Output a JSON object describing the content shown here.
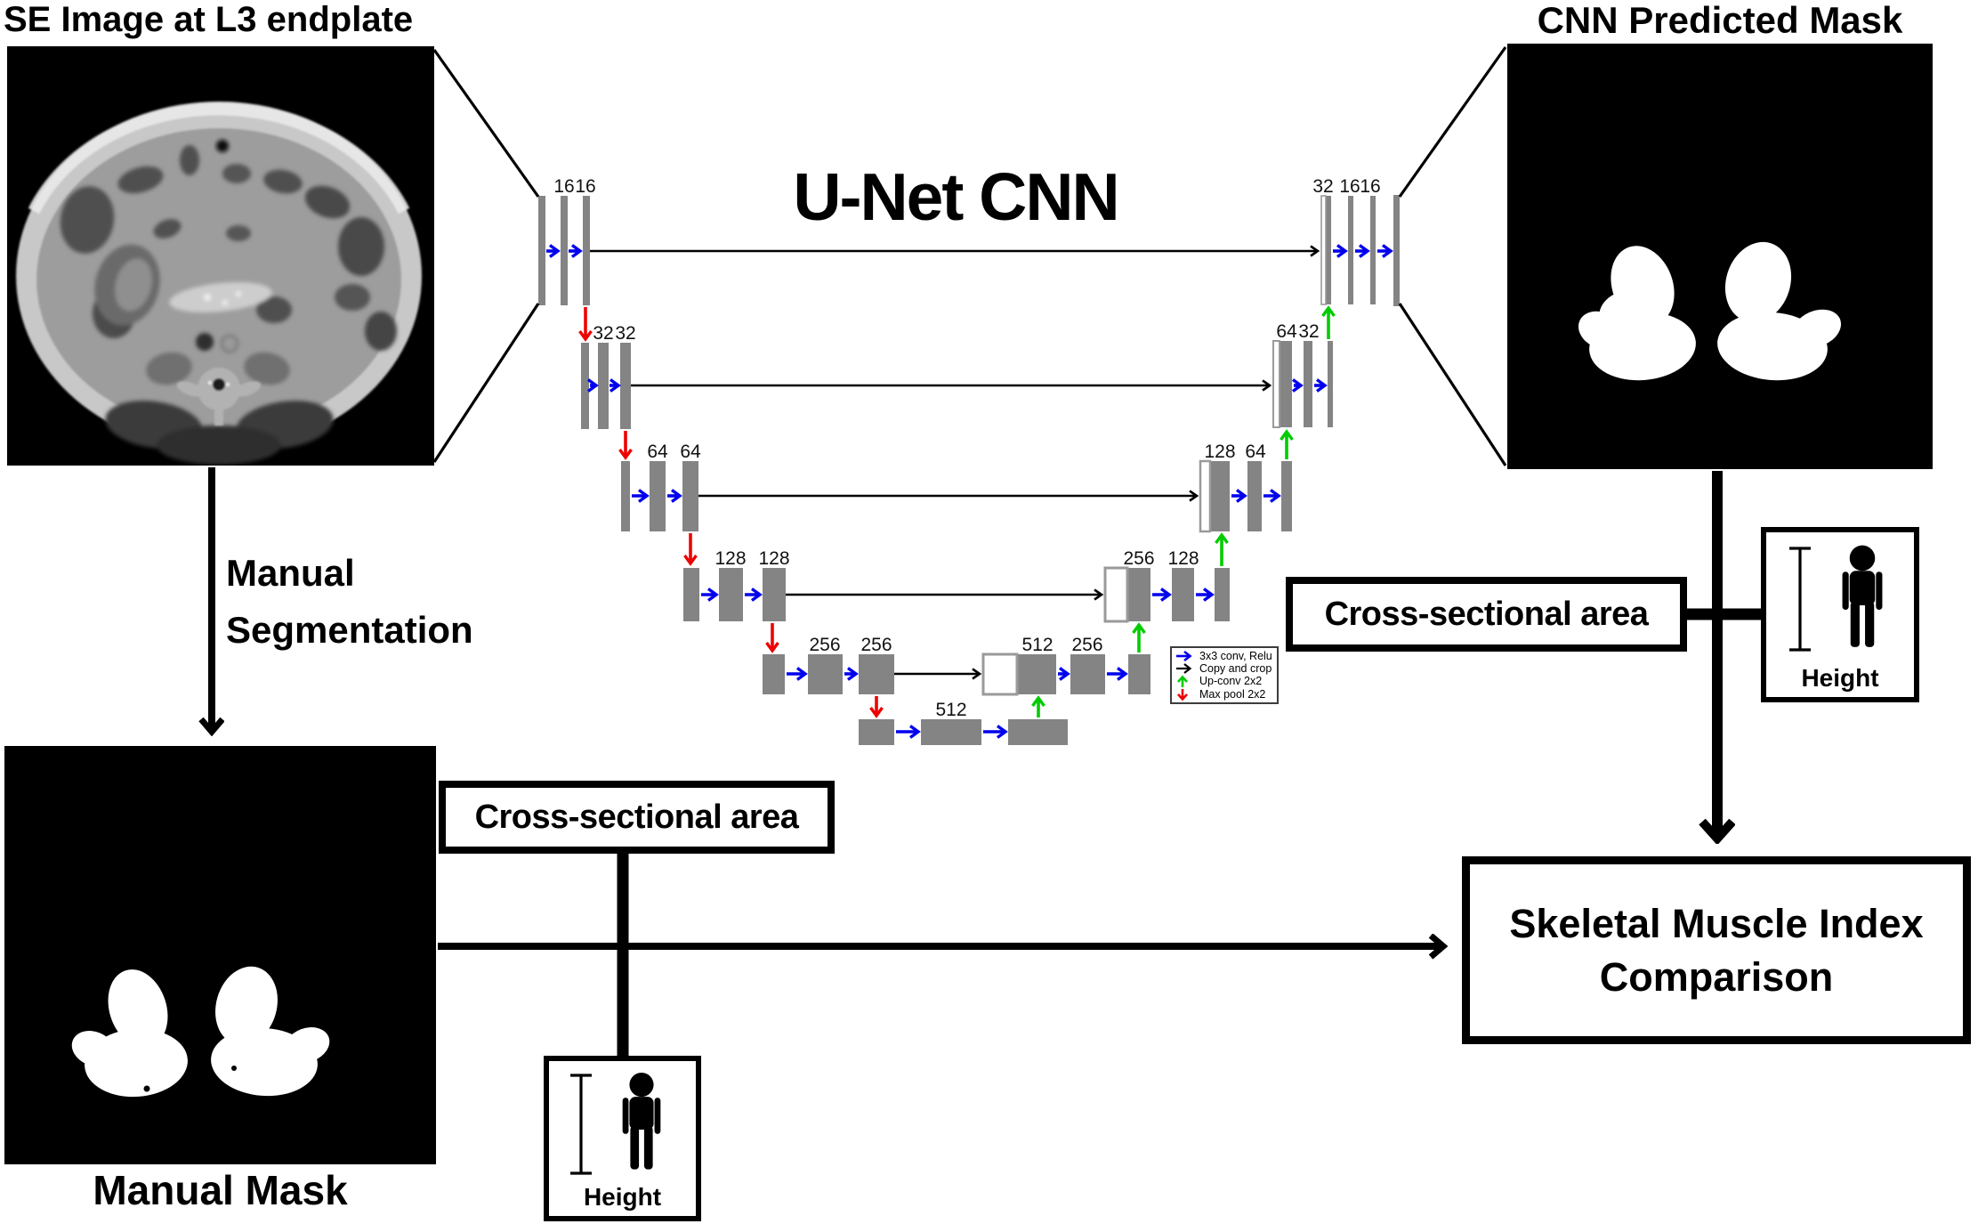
{
  "figure": {
    "se_panel_title": "SE Image at L3 endplate",
    "cnn_panel_title": "CNN Predicted Mask",
    "manual_mask_caption": "Manual Mask",
    "manual_segmentation_line1": "Manual",
    "manual_segmentation_line2": "Segmentation",
    "cross_sectional_area_left": "Cross-sectional area",
    "cross_sectional_area_right": "Cross-sectional area",
    "smi_line1": "Skeletal Muscle Index",
    "smi_line2": "Comparison",
    "height_left_label": "Height",
    "height_right_label": "Height"
  },
  "unet": {
    "title": "U-Net CNN",
    "layer_labels": {
      "enc1": [
        "16",
        "16"
      ],
      "enc2": [
        "32",
        "32"
      ],
      "enc3": [
        "64",
        "64"
      ],
      "enc4": [
        "128",
        "128"
      ],
      "enc5": [
        "256",
        "256"
      ],
      "bottom": [
        "512"
      ],
      "dec5": [
        "512",
        "256"
      ],
      "dec4": [
        "256",
        "128"
      ],
      "dec3": [
        "128",
        "64"
      ],
      "dec2": [
        "64",
        "32"
      ],
      "dec1": [
        "32",
        "16",
        "16"
      ]
    },
    "legend": [
      {
        "icon": "right-arrow-icon",
        "color": "#0000ee",
        "label": "3x3 conv, Relu"
      },
      {
        "icon": "right-arrow-icon",
        "color": "#000000",
        "label": "Copy and crop"
      },
      {
        "icon": "up-arrow-icon",
        "color": "#00cc00",
        "label": "Up-conv 2x2"
      },
      {
        "icon": "down-arrow-icon",
        "color": "#ee0000",
        "label": "Max pool 2x2"
      }
    ]
  },
  "colors": {
    "bar_gray": "#848484",
    "concat_border_gray": "#9a9a9a",
    "conv_blue": "#0000ee",
    "pool_red": "#ee0000",
    "upconv_green": "#00cc00",
    "line_black": "#000000"
  }
}
